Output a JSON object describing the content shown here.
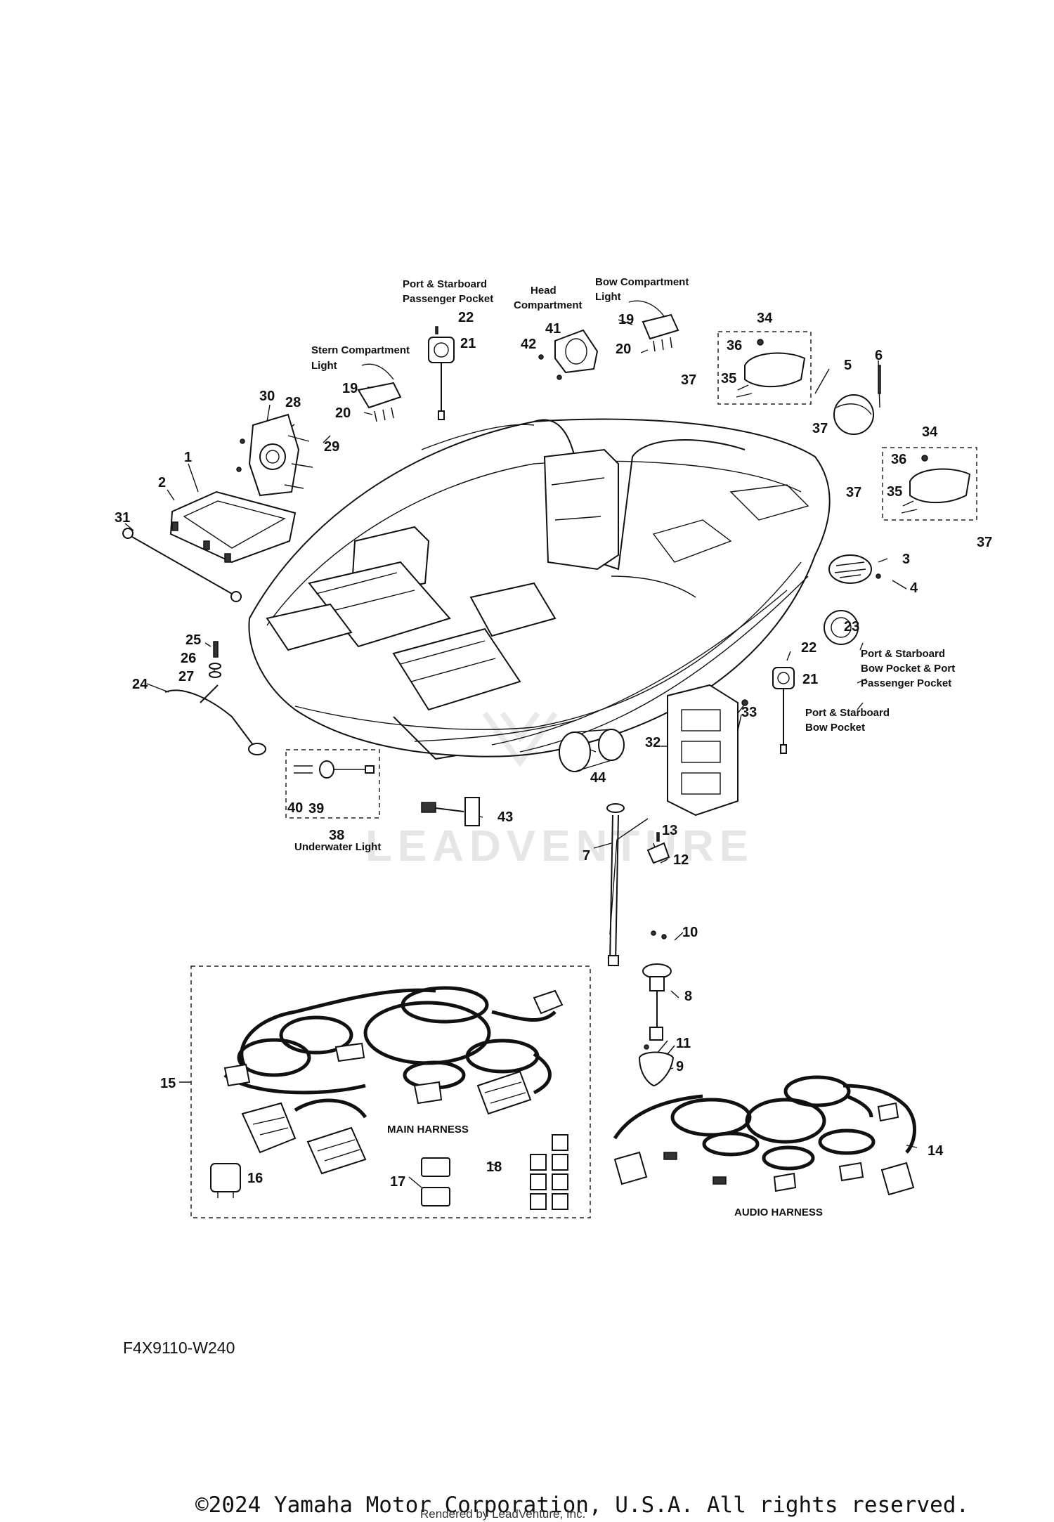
{
  "diagram_code": "F4X9110-W240",
  "copyright": "©2024 Yamaha Motor Corporation, U.S.A. All rights reserved.",
  "rendered_by": "Rendered by LeadVenture, Inc.",
  "watermark": "LEADVENTURE",
  "captions": {
    "passenger_pocket_1": "Port & Starboard",
    "passenger_pocket_2": "Passenger Pocket",
    "head_compartment_1": "Head",
    "head_compartment_2": "Compartment",
    "bow_light_1": "Bow Compartment",
    "bow_light_2": "Light",
    "stern_light_1": "Stern Compartment",
    "stern_light_2": "Light",
    "bow_pocket_multi_1": "Port & Starboard",
    "bow_pocket_multi_2": "Bow Pocket & Port",
    "bow_pocket_multi_3": "Passenger Pocket",
    "bow_pocket_1": "Port & Starboard",
    "bow_pocket_2": "Bow Pocket",
    "underwater_light": "Underwater Light",
    "main_harness": "MAIN HARNESS",
    "audio_harness": "AUDIO HARNESS"
  },
  "callouts": [
    "1",
    "2",
    "3",
    "4",
    "5",
    "6",
    "7",
    "8",
    "9",
    "10",
    "11",
    "12",
    "13",
    "14",
    "15",
    "16",
    "17",
    "18",
    "19",
    "19",
    "20",
    "20",
    "21",
    "21",
    "22",
    "22",
    "23",
    "24",
    "25",
    "26",
    "27",
    "28",
    "29",
    "30",
    "31",
    "32",
    "33",
    "34",
    "34",
    "35",
    "35",
    "36",
    "36",
    "37",
    "37",
    "37",
    "37",
    "38",
    "39",
    "40",
    "41",
    "42",
    "43",
    "44"
  ],
  "colors": {
    "ink": "#111111",
    "background": "#ffffff",
    "watermark": "#e6e6e6"
  }
}
